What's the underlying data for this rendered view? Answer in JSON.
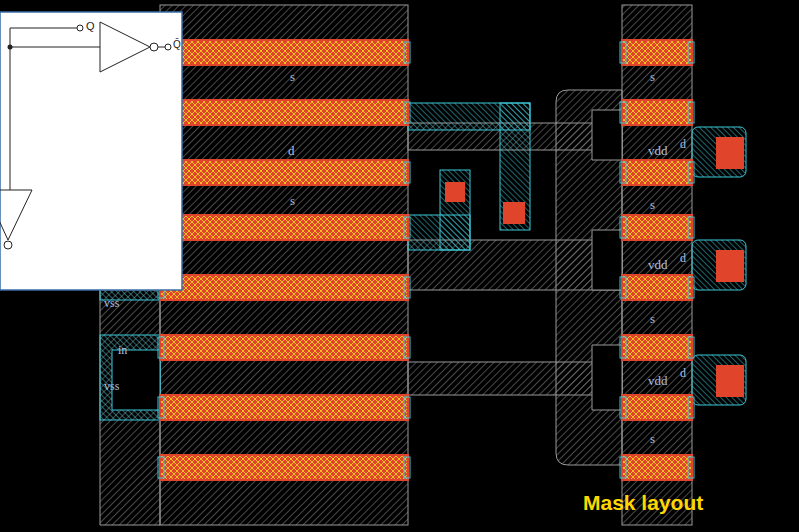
{
  "diagram": {
    "labels": [
      "Q",
      "Q̄",
      "s",
      "d",
      "s",
      "vss",
      "in",
      "vss",
      "s",
      "vdd",
      "d",
      "s",
      "vdd",
      "d",
      "s",
      "vdd",
      "d",
      "s",
      "Mask layout"
    ]
  }
}
